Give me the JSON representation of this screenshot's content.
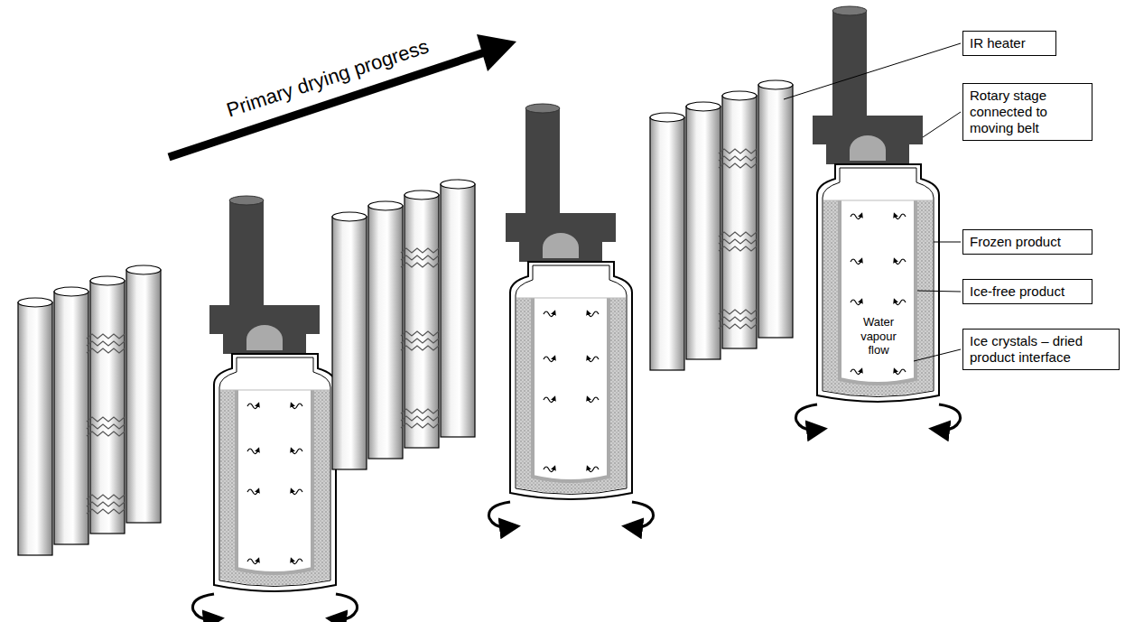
{
  "diagram": {
    "nodes": [
      {
        "text": [
          "IR heater"
        ]
      },
      {
        "text": [
          "Rotary stage connected to moving belt"
        ]
      },
      {
        "text": [
          "Frozen product"
        ]
      },
      {
        "text": [
          "Ice-free product"
        ]
      },
      {
        "text": [
          "Ice crystals – dried product interface"
        ]
      }
    ],
    "labels": [
      "Primary drying progress",
      "Water vapour flow"
    ]
  }
}
